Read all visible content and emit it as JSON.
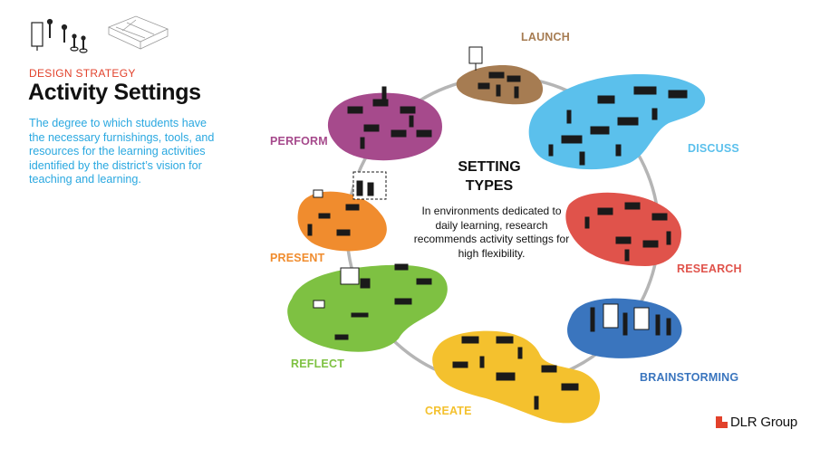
{
  "header": {
    "eyebrow": "DESIGN STRATEGY",
    "title": "Activity Settings",
    "description": "The degree to which students have the necessary furnishings, tools, and resources for the learning activities identified by the district’s vision for teaching and learning."
  },
  "center": {
    "title_line1": "SETTING",
    "title_line2": "TYPES",
    "body": "In environments dedicated to daily learning, research recommends activity settings for high flexibility."
  },
  "settings": [
    {
      "label": "LAUNCH",
      "color": "#a67c52"
    },
    {
      "label": "DISCUSS",
      "color": "#5bc0ec"
    },
    {
      "label": "RESEARCH",
      "color": "#e0534b"
    },
    {
      "label": "BRAINSTORMING",
      "color": "#3a75be"
    },
    {
      "label": "CREATE",
      "color": "#f4c12e"
    },
    {
      "label": "REFLECT",
      "color": "#7ec142"
    },
    {
      "label": "PRESENT",
      "color": "#f08c2e"
    },
    {
      "label": "PERFORM",
      "color": "#a64a8c"
    }
  ],
  "logo": {
    "text": "DLR Group",
    "color": "#e2412b"
  }
}
